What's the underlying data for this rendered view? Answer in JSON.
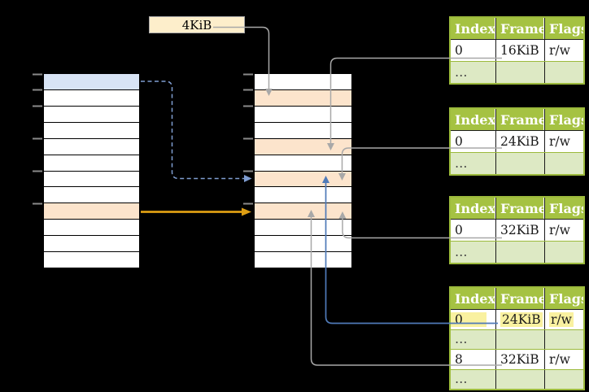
{
  "page_size_label": "4KiB",
  "frame_tables": [
    {
      "headers": [
        "Index",
        "Frame",
        "Flags"
      ],
      "rows": [
        [
          "0",
          "16KiB",
          "r/w"
        ],
        [
          "…",
          "",
          ""
        ]
      ]
    },
    {
      "headers": [
        "Index",
        "Frame",
        "Flags"
      ],
      "rows": [
        [
          "0",
          "24KiB",
          "r/w"
        ],
        [
          "…",
          "",
          ""
        ]
      ]
    },
    {
      "headers": [
        "Index",
        "Frame",
        "Flags"
      ],
      "rows": [
        [
          "0",
          "32KiB",
          "r/w"
        ],
        [
          "…",
          "",
          ""
        ]
      ]
    },
    {
      "headers": [
        "Index",
        "Frame",
        "Flags"
      ],
      "rows": [
        [
          "0",
          "24KiB",
          "r/w"
        ],
        [
          "…",
          "",
          ""
        ],
        [
          "8",
          "32KiB",
          "r/w"
        ],
        [
          "…",
          "",
          ""
        ]
      ]
    }
  ],
  "colors": {
    "bg": "#000000",
    "row-blue": "#d8e4f5",
    "row-orange": "#fce4cc",
    "label-bg": "#fdeecb",
    "label-border": "#a9a9a9",
    "green-header": "#a5c242",
    "green-border": "#9cba3c",
    "green-light": "#dde9c4",
    "highlight-yellow": "#f9f1a0",
    "arrow-gray": "#a8a8a8",
    "arrow-blue": "#4f7ab8",
    "arrow-dash": "#7f9dd1",
    "arrow-orange": "#dd9e13",
    "tick-gray": "#8a8a8a"
  }
}
